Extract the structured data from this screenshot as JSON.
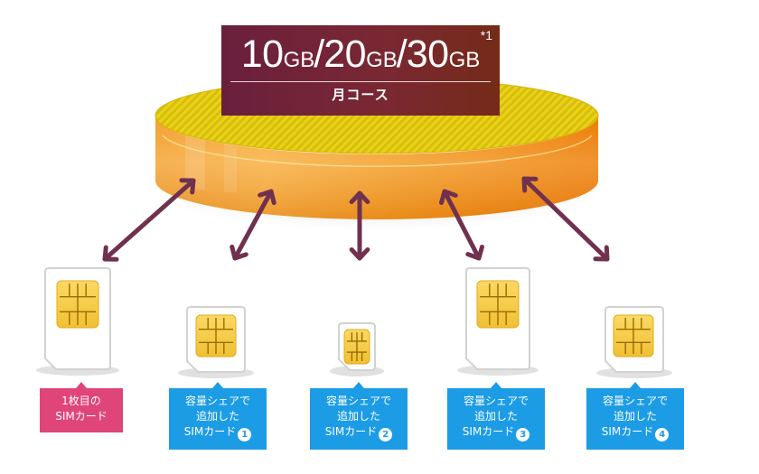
{
  "plan": {
    "capacity_1": "10",
    "unit_1": "GB",
    "capacity_2": "20",
    "unit_2": "GB",
    "capacity_3": "30",
    "unit_3": "GB",
    "separator": "/",
    "footnote": "*1",
    "course": "月コース"
  },
  "cards": [
    {
      "lines": [
        "1枚目の",
        "SIMカード"
      ],
      "number": "",
      "color": "#e0457a"
    },
    {
      "lines": [
        "容量シェアで",
        "追加した"
      ],
      "last": "SIMカード",
      "number": "1",
      "color": "#1d9ce6"
    },
    {
      "lines": [
        "容量シェアで",
        "追加した"
      ],
      "last": "SIMカード",
      "number": "2",
      "color": "#1d9ce6"
    },
    {
      "lines": [
        "容量シェアで",
        "追加した"
      ],
      "last": "SIMカード",
      "number": "3",
      "color": "#1d9ce6"
    },
    {
      "lines": [
        "容量シェアで",
        "追加した"
      ],
      "last": "SIMカード",
      "number": "4",
      "color": "#1d9ce6"
    }
  ],
  "colors": {
    "pool_orange": "#f28a12",
    "pool_top_yellow": "#e7cf12",
    "arrow": "#70314f",
    "chip_gold": "#f7cf4a"
  }
}
